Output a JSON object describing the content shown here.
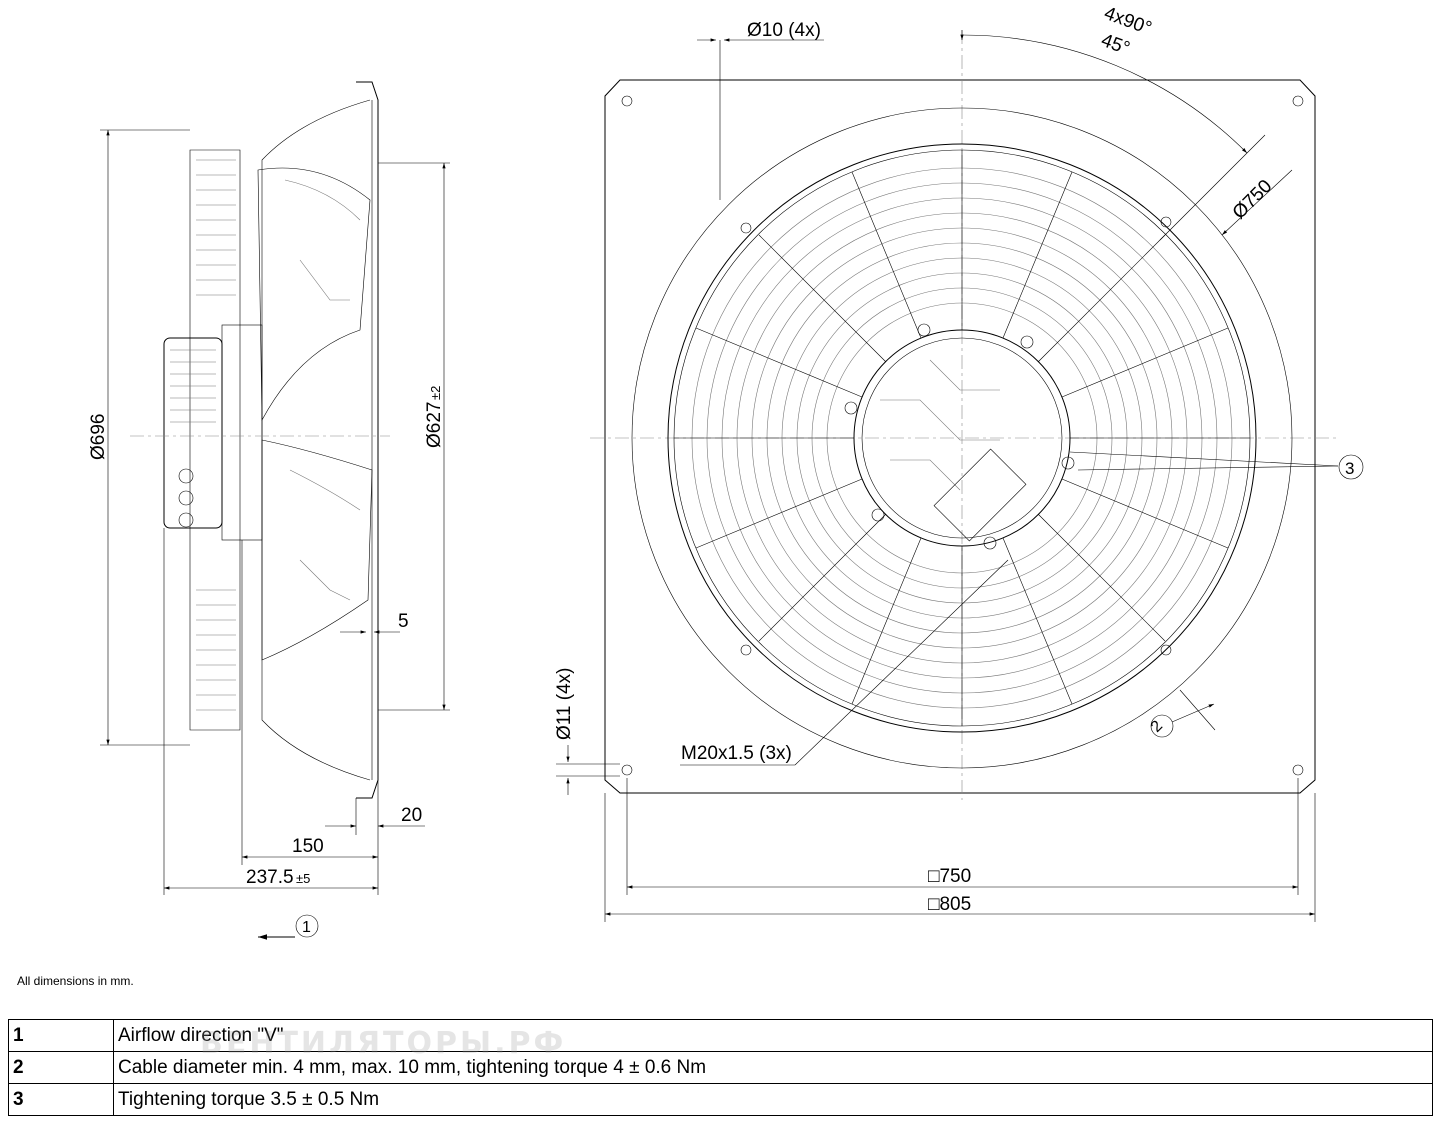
{
  "side_view": {
    "dia_outer": "Ø696",
    "dia_wheel": "Ø627",
    "dia_wheel_tol": "±2",
    "dim_5": "5",
    "dim_20": "20",
    "dim_150": "150",
    "dim_237": "237.5",
    "dim_237_tol": "±5",
    "airflow_marker": "1"
  },
  "front_view": {
    "hole_top": "Ø10 (4x)",
    "angle_spacing": "4x90°",
    "angle_45": "45°",
    "dia_750": "Ø750",
    "marker_3": "3",
    "marker_2": "2",
    "hole_bottom": "Ø11 (4x)",
    "thread": "M20x1.5 (3x)",
    "square_750": "□750",
    "square_805": "□805"
  },
  "note": "All dimensions in mm.",
  "legend": [
    {
      "key": "1",
      "text": "Airflow direction \"V\""
    },
    {
      "key": "2",
      "text": "Cable diameter min. 4 mm, max. 10 mm, tightening torque 4 ± 0.6 Nm"
    },
    {
      "key": "3",
      "text": "Tightening torque 3.5 ± 0.5 Nm"
    }
  ],
  "watermark": "ВЕНТИЛЯТОРЫ.РФ"
}
